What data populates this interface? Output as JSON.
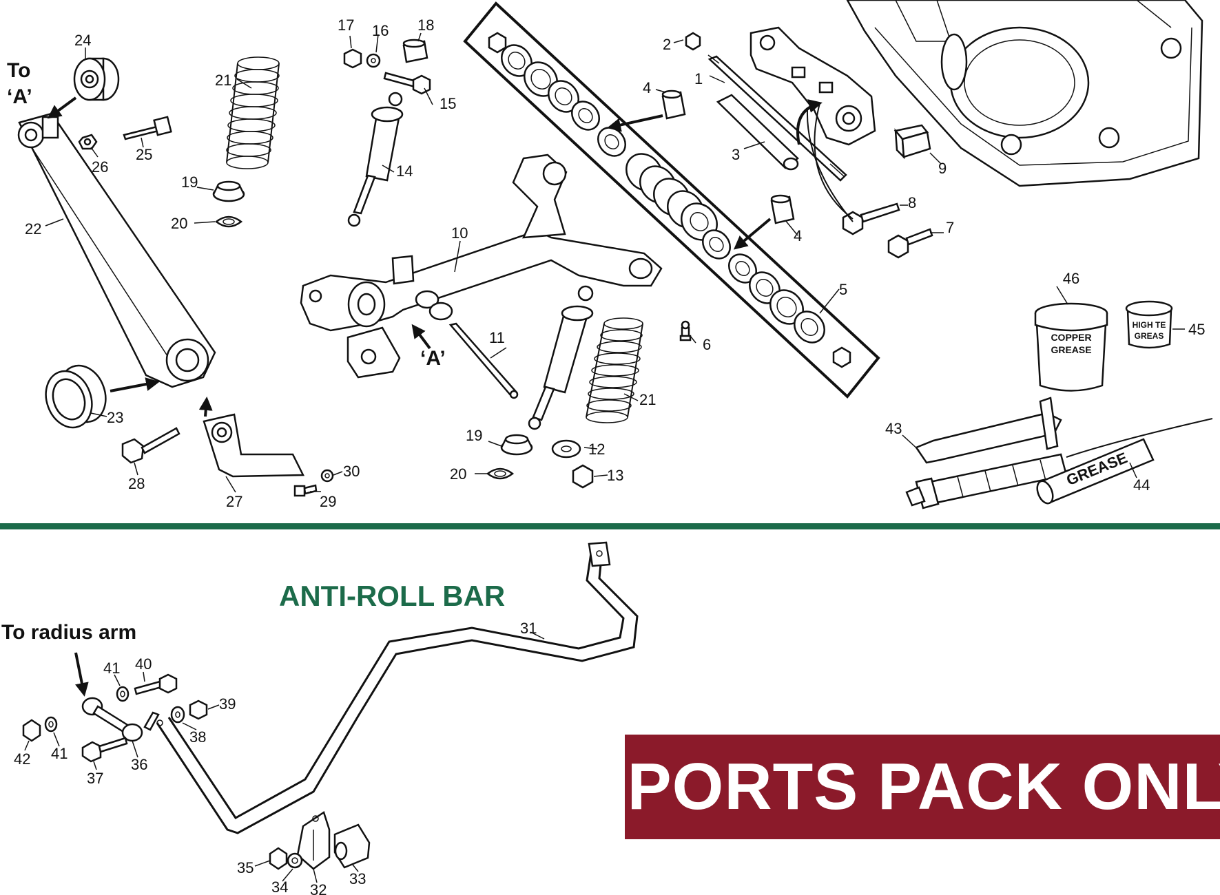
{
  "colors": {
    "divider": "#1c6b4a",
    "section_title": "#1c6b4a",
    "banner_background": "#8b1a2a",
    "banner_text": "#ffffff",
    "line_art": "#111111"
  },
  "notes": {
    "to_a_line1": "To",
    "to_a_line2": "‘A’",
    "a_marker": "‘A’",
    "to_radius_arm": "To radius arm"
  },
  "section_title": "ANTI-ROLL BAR",
  "banner": "SPORTS PACK ONLY",
  "product_labels": {
    "copper_line1": "COPPER",
    "copper_line2": "GREASE",
    "high_temp_line1": "HIGH TE",
    "high_temp_line2": "GREAS",
    "grease_tube": "GREASE"
  },
  "callouts": {
    "p1": "1",
    "p2": "2",
    "p3": "3",
    "p4a": "4",
    "p4b": "4",
    "p5": "5",
    "p6": "6",
    "p7": "7",
    "p8": "8",
    "p9": "9",
    "p10": "10",
    "p11": "11",
    "p12": "12",
    "p13": "13",
    "p14": "14",
    "p15": "15",
    "p16": "16",
    "p17": "17",
    "p18": "18",
    "p19a": "19",
    "p19b": "19",
    "p20a": "20",
    "p20b": "20",
    "p21a": "21",
    "p21b": "21",
    "p22": "22",
    "p23": "23",
    "p24": "24",
    "p25": "25",
    "p26": "26",
    "p27": "27",
    "p28": "28",
    "p29": "29",
    "p30": "30",
    "p31": "31",
    "p32": "32",
    "p33": "33",
    "p34": "34",
    "p35": "35",
    "p36": "36",
    "p37": "37",
    "p38": "38",
    "p39": "39",
    "p40": "40",
    "p41a": "41",
    "p41b": "41",
    "p42": "42",
    "p43": "43",
    "p44": "44",
    "p45": "45",
    "p46": "46"
  }
}
